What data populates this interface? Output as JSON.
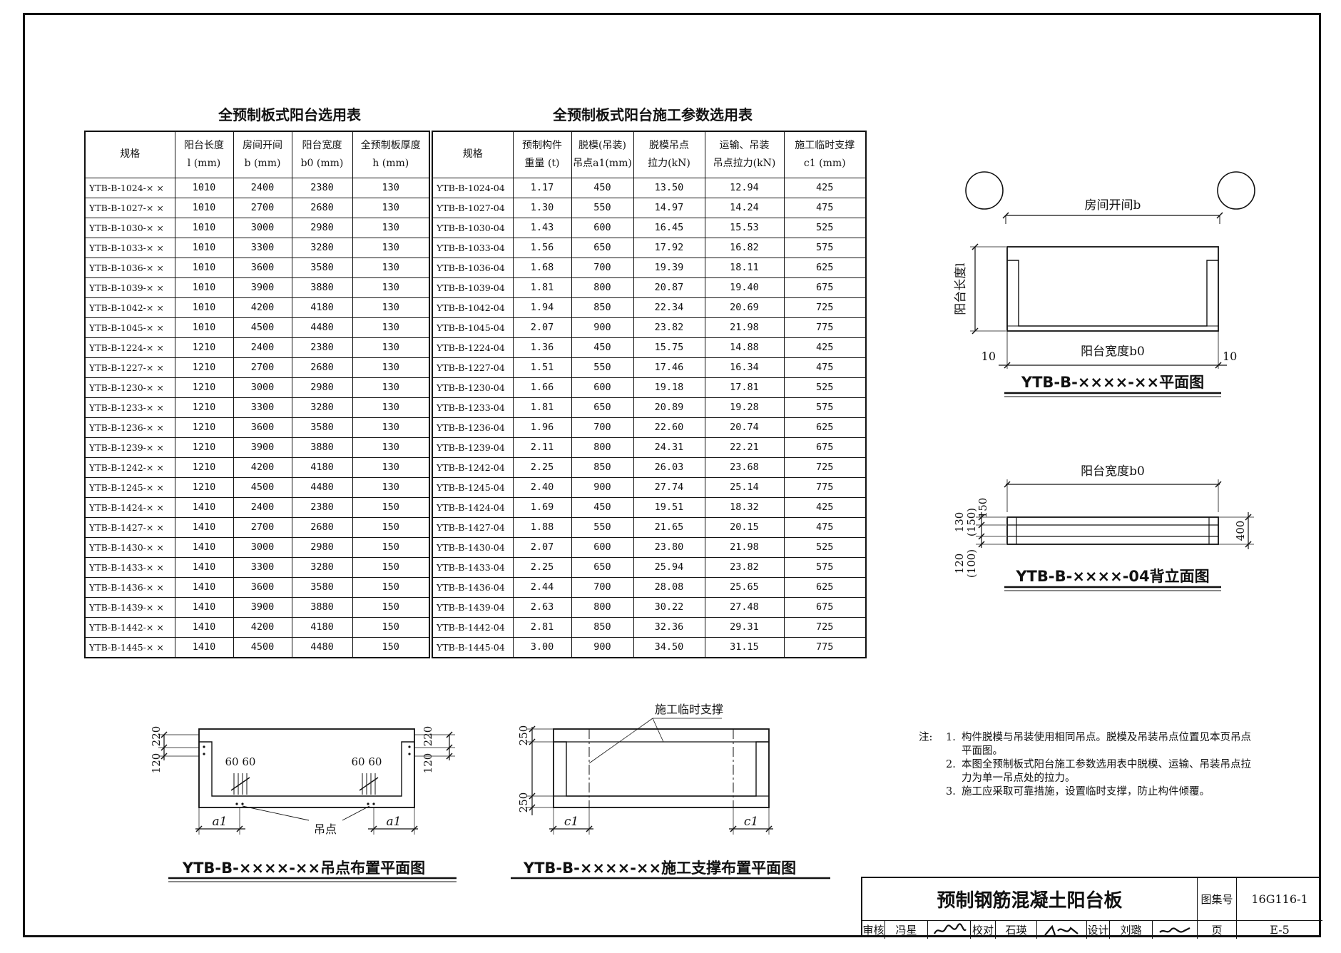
{
  "left_table": {
    "title": "全预制板式阳台选用表",
    "headers": [
      {
        "l1": "规格",
        "l2": ""
      },
      {
        "l1": "阳台长度",
        "l2": "l (mm)"
      },
      {
        "l1": "房间开间",
        "l2": "b (mm)"
      },
      {
        "l1": "阳台宽度",
        "l2": "b0 (mm)"
      },
      {
        "l1": "全预制板厚度",
        "l2": "h (mm)"
      }
    ],
    "rows": [
      [
        "YTB-B-1024-× ×",
        "1010",
        "2400",
        "2380",
        "130"
      ],
      [
        "YTB-B-1027-× ×",
        "1010",
        "2700",
        "2680",
        "130"
      ],
      [
        "YTB-B-1030-× ×",
        "1010",
        "3000",
        "2980",
        "130"
      ],
      [
        "YTB-B-1033-× ×",
        "1010",
        "3300",
        "3280",
        "130"
      ],
      [
        "YTB-B-1036-× ×",
        "1010",
        "3600",
        "3580",
        "130"
      ],
      [
        "YTB-B-1039-× ×",
        "1010",
        "3900",
        "3880",
        "130"
      ],
      [
        "YTB-B-1042-× ×",
        "1010",
        "4200",
        "4180",
        "130"
      ],
      [
        "YTB-B-1045-× ×",
        "1010",
        "4500",
        "4480",
        "130"
      ],
      [
        "YTB-B-1224-× ×",
        "1210",
        "2400",
        "2380",
        "130"
      ],
      [
        "YTB-B-1227-× ×",
        "1210",
        "2700",
        "2680",
        "130"
      ],
      [
        "YTB-B-1230-× ×",
        "1210",
        "3000",
        "2980",
        "130"
      ],
      [
        "YTB-B-1233-× ×",
        "1210",
        "3300",
        "3280",
        "130"
      ],
      [
        "YTB-B-1236-× ×",
        "1210",
        "3600",
        "3580",
        "130"
      ],
      [
        "YTB-B-1239-× ×",
        "1210",
        "3900",
        "3880",
        "130"
      ],
      [
        "YTB-B-1242-× ×",
        "1210",
        "4200",
        "4180",
        "130"
      ],
      [
        "YTB-B-1245-× ×",
        "1210",
        "4500",
        "4480",
        "130"
      ],
      [
        "YTB-B-1424-× ×",
        "1410",
        "2400",
        "2380",
        "150"
      ],
      [
        "YTB-B-1427-× ×",
        "1410",
        "2700",
        "2680",
        "150"
      ],
      [
        "YTB-B-1430-× ×",
        "1410",
        "3000",
        "2980",
        "150"
      ],
      [
        "YTB-B-1433-× ×",
        "1410",
        "3300",
        "3280",
        "150"
      ],
      [
        "YTB-B-1436-× ×",
        "1410",
        "3600",
        "3580",
        "150"
      ],
      [
        "YTB-B-1439-× ×",
        "1410",
        "3900",
        "3880",
        "150"
      ],
      [
        "YTB-B-1442-× ×",
        "1410",
        "4200",
        "4180",
        "150"
      ],
      [
        "YTB-B-1445-× ×",
        "1410",
        "4500",
        "4480",
        "150"
      ]
    ]
  },
  "right_table": {
    "title": "全预制板式阳台施工参数选用表",
    "headers": [
      {
        "l1": "规格",
        "l2": ""
      },
      {
        "l1": "预制构件",
        "l2": "重量 (t)"
      },
      {
        "l1": "脱模(吊装)",
        "l2": "吊点a1(mm)"
      },
      {
        "l1": "脱模吊点",
        "l2": "拉力(kN)"
      },
      {
        "l1": "运输、吊装",
        "l2": "吊点拉力(kN)"
      },
      {
        "l1": "施工临时支撑",
        "l2": "c1 (mm)"
      }
    ],
    "rows": [
      [
        "YTB-B-1024-04",
        "1.17",
        "450",
        "13.50",
        "12.94",
        "425"
      ],
      [
        "YTB-B-1027-04",
        "1.30",
        "550",
        "14.97",
        "14.24",
        "475"
      ],
      [
        "YTB-B-1030-04",
        "1.43",
        "600",
        "16.45",
        "15.53",
        "525"
      ],
      [
        "YTB-B-1033-04",
        "1.56",
        "650",
        "17.92",
        "16.82",
        "575"
      ],
      [
        "YTB-B-1036-04",
        "1.68",
        "700",
        "19.39",
        "18.11",
        "625"
      ],
      [
        "YTB-B-1039-04",
        "1.81",
        "800",
        "20.87",
        "19.40",
        "675"
      ],
      [
        "YTB-B-1042-04",
        "1.94",
        "850",
        "22.34",
        "20.69",
        "725"
      ],
      [
        "YTB-B-1045-04",
        "2.07",
        "900",
        "23.82",
        "21.98",
        "775"
      ],
      [
        "YTB-B-1224-04",
        "1.36",
        "450",
        "15.75",
        "14.88",
        "425"
      ],
      [
        "YTB-B-1227-04",
        "1.51",
        "550",
        "17.46",
        "16.34",
        "475"
      ],
      [
        "YTB-B-1230-04",
        "1.66",
        "600",
        "19.18",
        "17.81",
        "525"
      ],
      [
        "YTB-B-1233-04",
        "1.81",
        "650",
        "20.89",
        "19.28",
        "575"
      ],
      [
        "YTB-B-1236-04",
        "1.96",
        "700",
        "22.60",
        "20.74",
        "625"
      ],
      [
        "YTB-B-1239-04",
        "2.11",
        "800",
        "24.31",
        "22.21",
        "675"
      ],
      [
        "YTB-B-1242-04",
        "2.25",
        "850",
        "26.03",
        "23.68",
        "725"
      ],
      [
        "YTB-B-1245-04",
        "2.40",
        "900",
        "27.74",
        "25.14",
        "775"
      ],
      [
        "YTB-B-1424-04",
        "1.69",
        "450",
        "19.51",
        "18.32",
        "425"
      ],
      [
        "YTB-B-1427-04",
        "1.88",
        "550",
        "21.65",
        "20.15",
        "475"
      ],
      [
        "YTB-B-1430-04",
        "2.07",
        "600",
        "23.80",
        "21.98",
        "525"
      ],
      [
        "YTB-B-1433-04",
        "2.25",
        "650",
        "25.94",
        "23.82",
        "575"
      ],
      [
        "YTB-B-1436-04",
        "2.44",
        "700",
        "28.08",
        "25.65",
        "625"
      ],
      [
        "YTB-B-1439-04",
        "2.63",
        "800",
        "30.22",
        "27.48",
        "675"
      ],
      [
        "YTB-B-1442-04",
        "2.81",
        "850",
        "32.36",
        "29.31",
        "725"
      ],
      [
        "YTB-B-1445-04",
        "3.00",
        "900",
        "34.50",
        "31.15",
        "775"
      ]
    ]
  },
  "plan_view": {
    "caption": "YTB-B-××××-××平面图",
    "label_b": "房间开间b",
    "label_l": "阳台长度l",
    "label_b0": "阳台宽度b0",
    "dim_left": "10",
    "dim_right": "10"
  },
  "back_elevation": {
    "caption": "YTB-B-××××-04背立面图",
    "label_b0": "阳台宽度b0",
    "dim_150": "150",
    "dim_130": "130",
    "dim_150p": "(150)",
    "dim_120": "120",
    "dim_100p": "(100)",
    "dim_400": "400"
  },
  "lifting_plan": {
    "caption": "YTB-B-××××-××吊点布置平面图",
    "dim_220": "220",
    "dim_120": "120",
    "dim_60_60": "60  60",
    "a1": "a1",
    "lift_point": "吊点"
  },
  "support_plan": {
    "caption": "YTB-B-××××-××施工支撑布置平面图",
    "support_label": "施工临时支撑",
    "dim_250": "250",
    "c1": "c1"
  },
  "notes": {
    "heading": "注:",
    "items": [
      {
        "num": "1.",
        "text": "构件脱模与吊装使用相同吊点。脱模及吊装吊点位置见本页吊点平面图。"
      },
      {
        "num": "2.",
        "text": "本图全预制板式阳台施工参数选用表中脱模、运输、吊装吊点拉力为单一吊点处的拉力。"
      },
      {
        "num": "3.",
        "text": "施工应采取可靠措施，设置临时支撑，防止构件倾覆。"
      }
    ]
  },
  "title_block": {
    "title": "预制钢筋混凝土阳台板",
    "atlas_label": "图集号",
    "atlas_no": "16G116-1",
    "review_label": "审核",
    "reviewer": "冯星",
    "check_label": "校对",
    "checker": "石瑛",
    "design_label": "设计",
    "designer": "刘璐",
    "page_label": "页",
    "page_no": "E-5"
  }
}
